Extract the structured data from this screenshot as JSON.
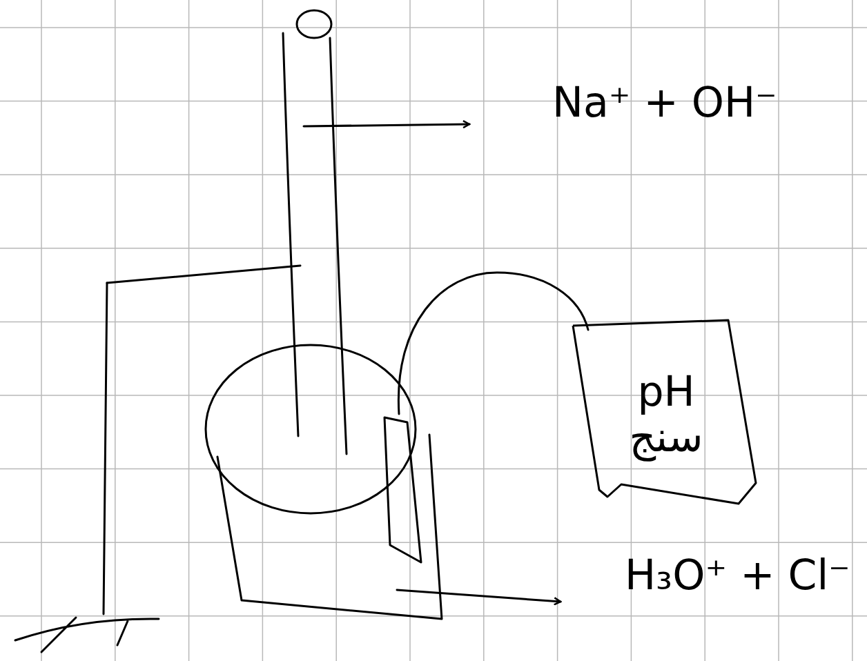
{
  "diagram": {
    "nodes": [
      {
        "text": [
          "pH سنج"
        ]
      }
    ],
    "labels": [
      "Na⁺ + OH⁻",
      "H₃O⁺ + Cl⁻"
    ]
  }
}
